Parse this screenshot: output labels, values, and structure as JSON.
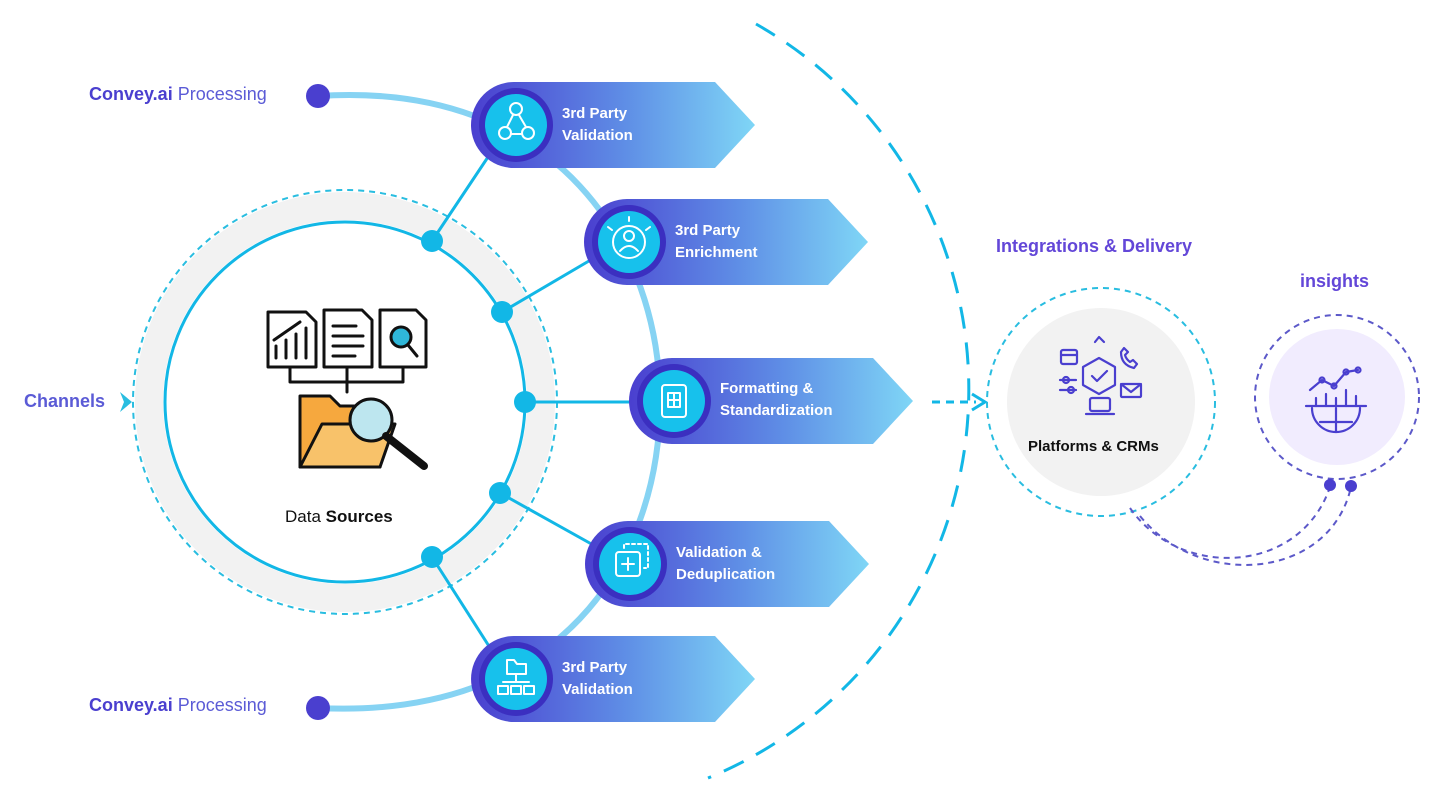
{
  "processing_top": {
    "brand": "Convey.ai",
    "text": "Processing"
  },
  "processing_bottom": {
    "brand": "Convey.ai",
    "text": "Processing"
  },
  "channels": "Channels",
  "center": {
    "label_normal": "Data",
    "label_bold": "Sources"
  },
  "steps": [
    {
      "line1": "3rd Party",
      "line2": "Validation",
      "icon": "network-people-icon"
    },
    {
      "line1": "3rd Party",
      "line2": "Enrichment",
      "icon": "user-gear-icon"
    },
    {
      "line1": "Formatting &",
      "line2": "Standardization",
      "icon": "document-grid-icon"
    },
    {
      "line1": "Validation &",
      "line2": "Deduplication",
      "icon": "duplicate-add-icon"
    },
    {
      "line1": "3rd Party",
      "line2": "Validation",
      "icon": "folder-hierarchy-icon"
    }
  ],
  "integrations": {
    "title": "Integrations & Delivery",
    "platform_label": "Platforms & CRMs"
  },
  "insights": {
    "title": "insights"
  },
  "colors": {
    "primary": "#4a3fcf",
    "cyan": "#12b7e6",
    "light_blue": "#7fd0f2",
    "folder": "#f6b553"
  }
}
